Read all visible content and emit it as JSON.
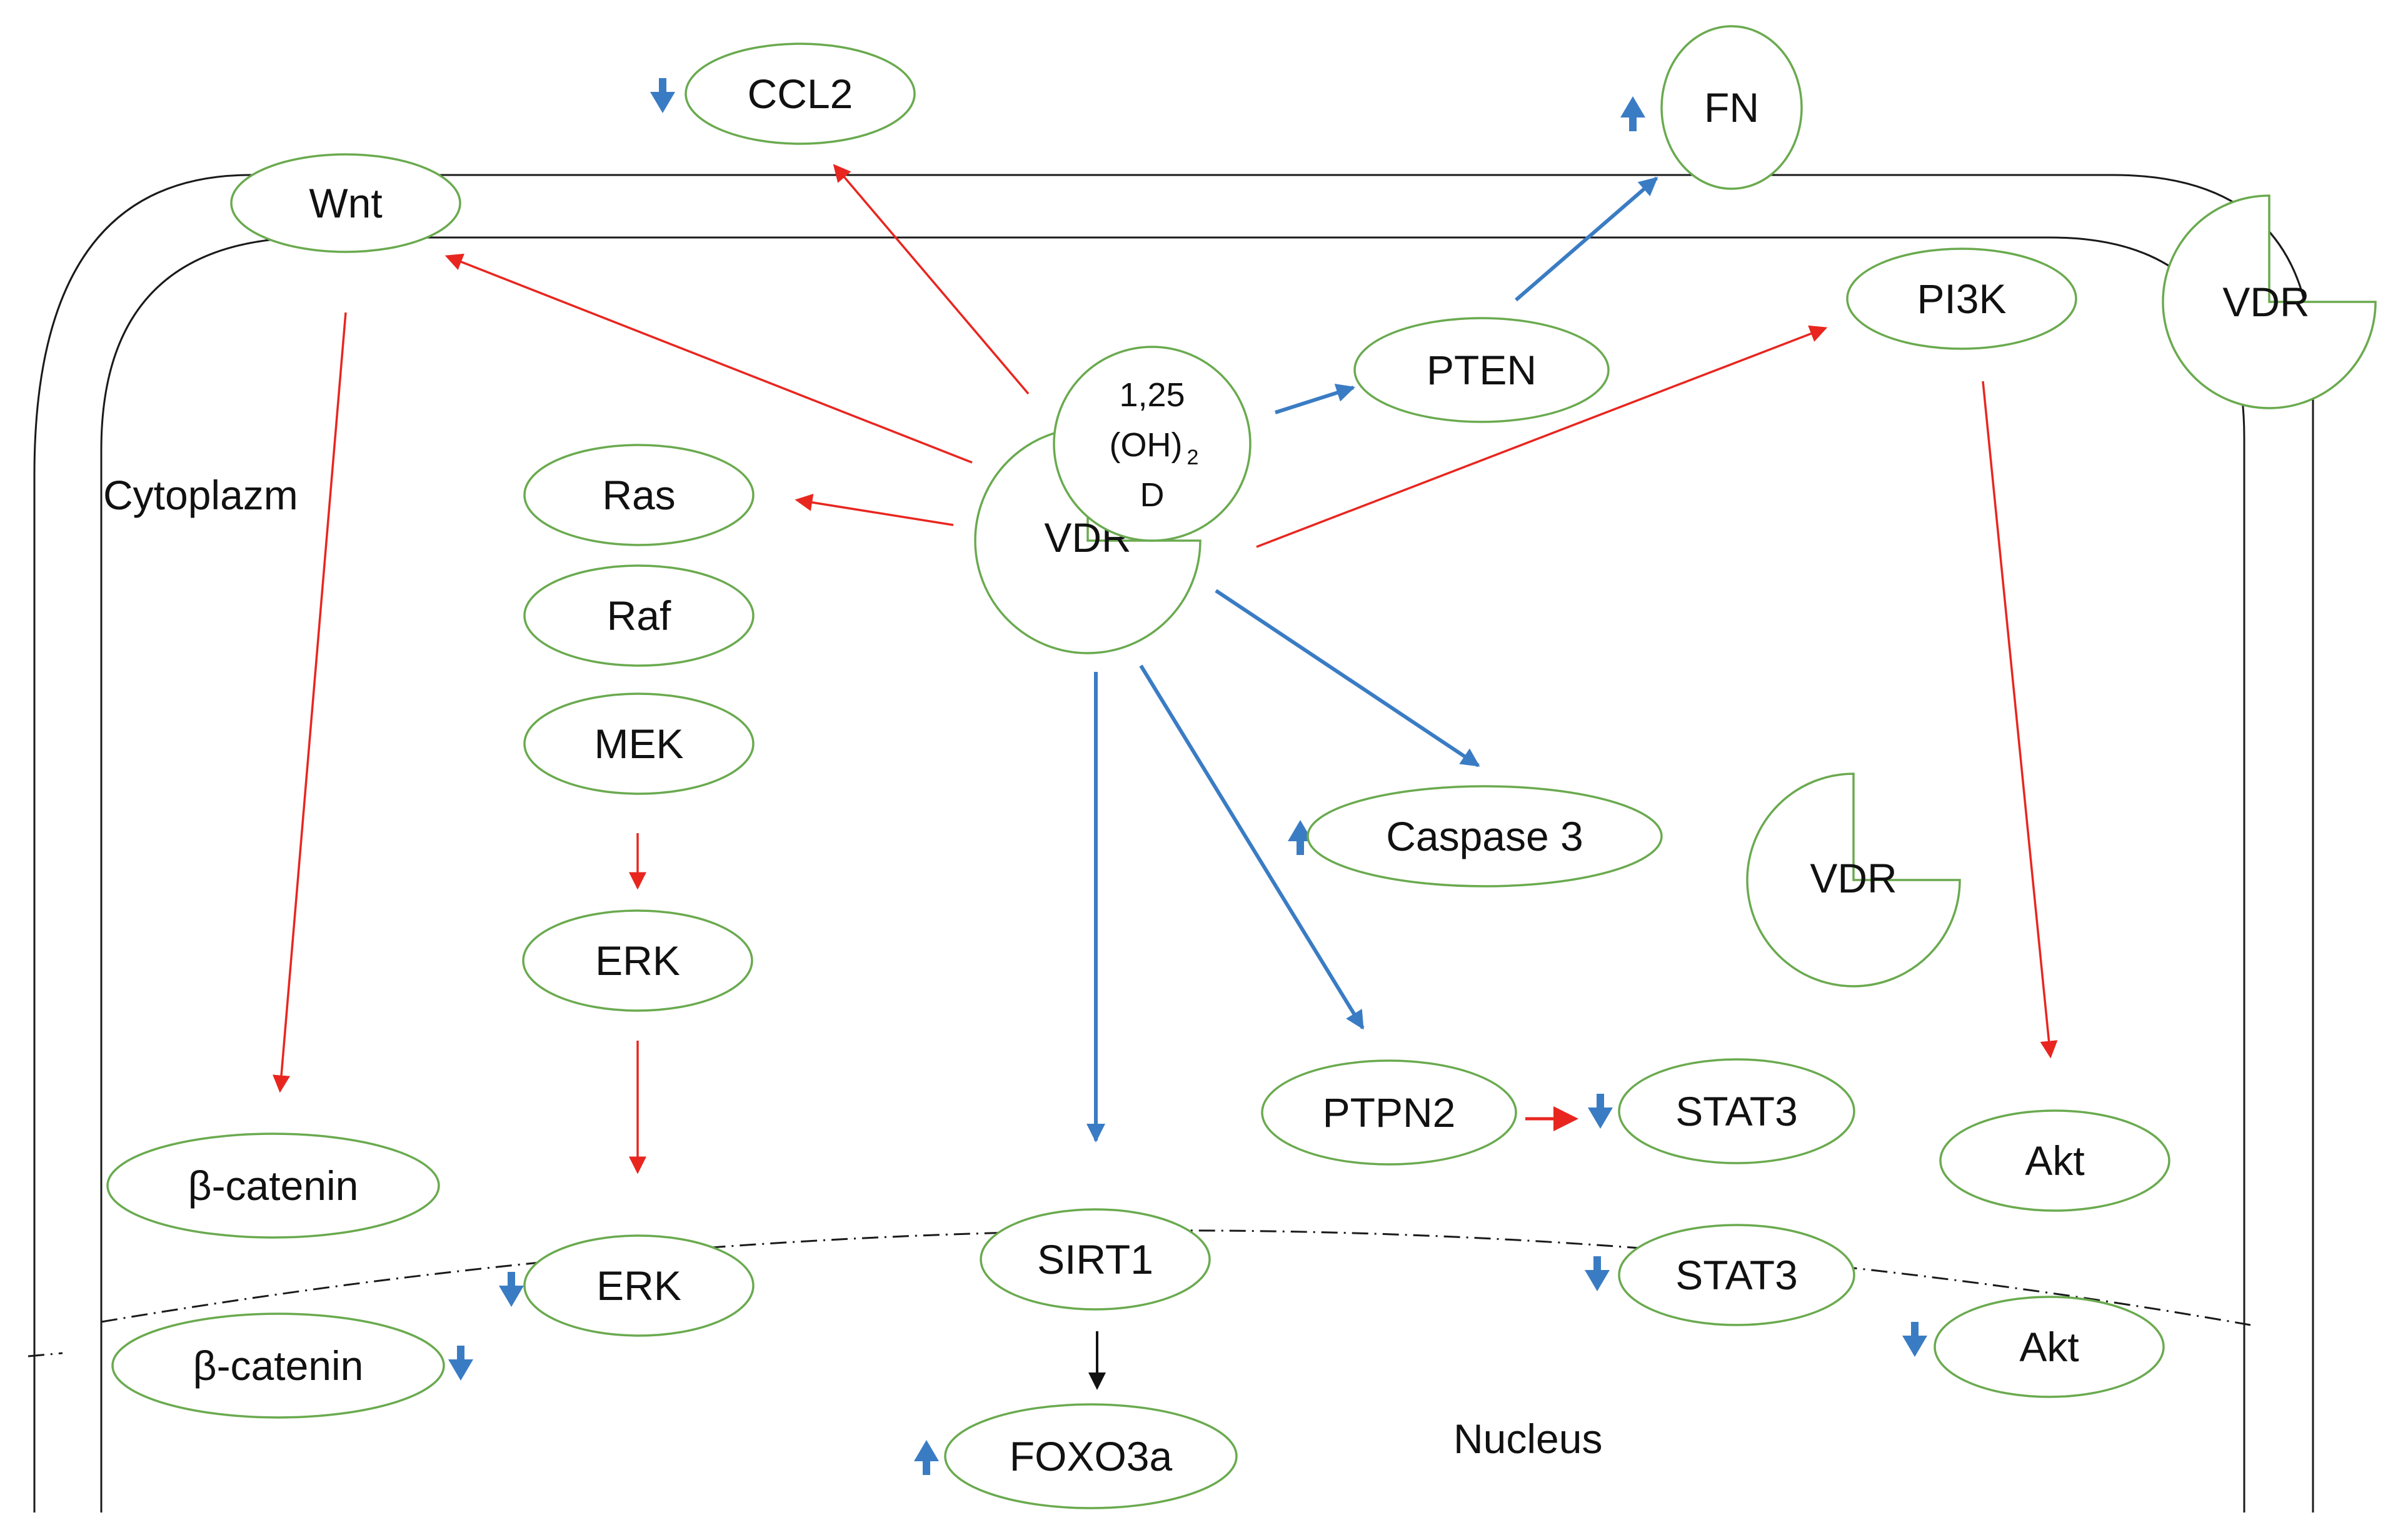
{
  "colors": {
    "node_outline": "#6aaa4f",
    "activation_arrow": "#e8261f",
    "inhibition_arrow": "#3a7cc4",
    "neutral_arrow": "#111111",
    "membrane": "#1a1a1a"
  },
  "regions": {
    "cytoplasm_label": "Cytoplazm",
    "nucleus_label": "Nucleus"
  },
  "nodes": {
    "ccl2": "CCL2",
    "fn": "FN",
    "wnt": "Wnt",
    "pi3k": "PI3K",
    "vdr_membrane": "VDR",
    "pten": "PTEN",
    "ligand_line1": "1,25",
    "ligand_line2": "(OH)",
    "ligand_sub": "2",
    "ligand_line3": "D",
    "vdr_center": "VDR",
    "ras": "Ras",
    "raf": "Raf",
    "mek": "MEK",
    "erk_cyto": "ERK",
    "caspase3": "Caspase 3",
    "vdr_right": "VDR",
    "ptpn2": "PTPN2",
    "stat3_cyto": "STAT3",
    "akt_cyto": "Akt",
    "beta_catenin_cyto": "β-catenin",
    "sirt1": "SIRT1",
    "erk_nuc": "ERK",
    "stat3_nuc": "STAT3",
    "beta_catenin_nuc": "β-catenin",
    "akt_nuc": "Akt",
    "foxo3a": "FOXO3a"
  },
  "indicators": [
    {
      "target": "CCL2",
      "direction": "down"
    },
    {
      "target": "FN",
      "direction": "up"
    },
    {
      "target": "Caspase 3",
      "direction": "up"
    },
    {
      "target": "STAT3",
      "direction": "down"
    },
    {
      "target": "ERK",
      "direction": "down"
    },
    {
      "target": "β-catenin",
      "direction": "down"
    },
    {
      "target": "STAT3",
      "direction": "down"
    },
    {
      "target": "Akt",
      "direction": "down"
    },
    {
      "target": "FOXO3a",
      "direction": "up"
    }
  ],
  "edges": [
    {
      "from": "VDR",
      "to": "CCL2",
      "color": "red"
    },
    {
      "from": "VDR",
      "to": "Wnt",
      "color": "red"
    },
    {
      "from": "VDR",
      "to": "Ras",
      "color": "red"
    },
    {
      "from": "VDR",
      "to": "PI3K",
      "color": "red"
    },
    {
      "from": "VDR",
      "to": "PTEN",
      "color": "blue"
    },
    {
      "from": "PTEN",
      "to": "FN",
      "color": "blue"
    },
    {
      "from": "VDR",
      "to": "Caspase 3",
      "color": "blue"
    },
    {
      "from": "VDR",
      "to": "PTPN2",
      "color": "blue"
    },
    {
      "from": "VDR",
      "to": "SIRT1",
      "color": "blue"
    },
    {
      "from": "PTPN2",
      "to": "STAT3",
      "color": "red"
    },
    {
      "from": "Wnt",
      "to": "β-catenin",
      "color": "red"
    },
    {
      "from": "MEK",
      "to": "ERK",
      "color": "red"
    },
    {
      "from": "ERK",
      "to": "ERK",
      "color": "red"
    },
    {
      "from": "PI3K",
      "to": "Akt",
      "color": "red"
    },
    {
      "from": "SIRT1",
      "to": "FOXO3a",
      "color": "black"
    }
  ]
}
